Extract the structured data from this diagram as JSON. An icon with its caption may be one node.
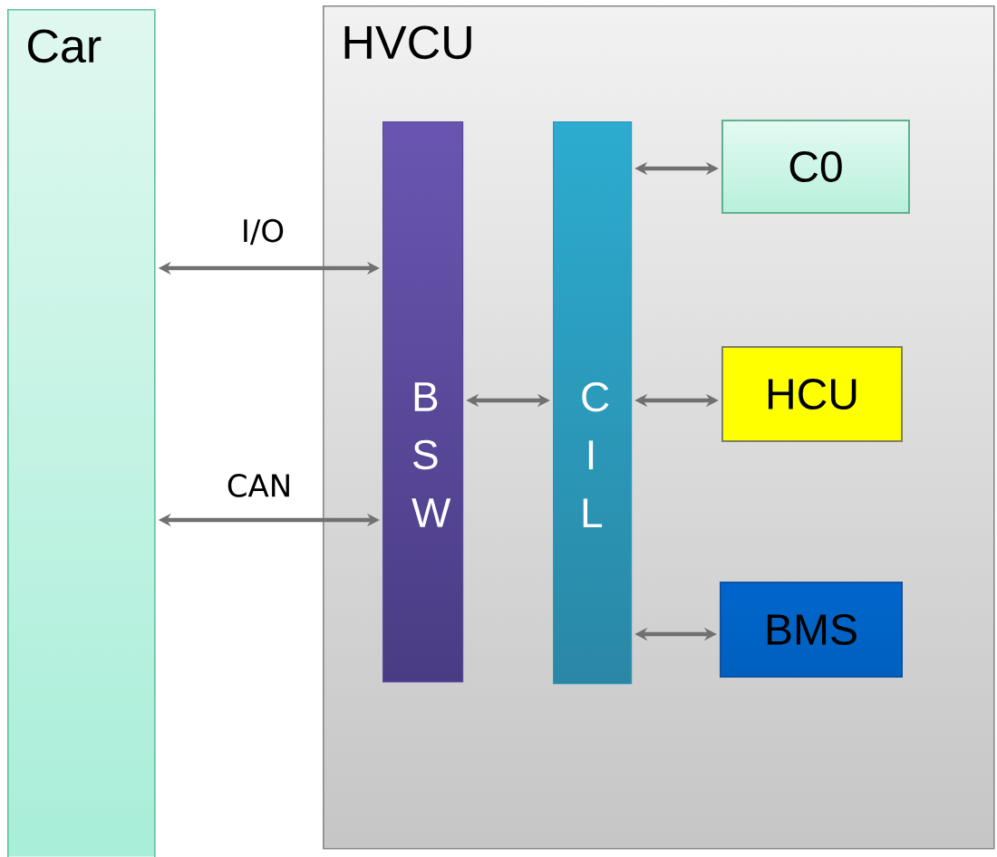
{
  "diagram": {
    "nodes": [
      {
        "text": [
          "Car"
        ]
      },
      {
        "text": [
          "HVCU"
        ]
      },
      {
        "text": [
          "B S W"
        ],
        "in": 1
      },
      {
        "text": [
          "C I L"
        ],
        "in": 1
      },
      {
        "text": [
          "C0"
        ],
        "in": 1
      },
      {
        "text": [
          "HCU"
        ],
        "in": 1
      },
      {
        "text": [
          "BMS"
        ],
        "in": 1
      }
    ],
    "edges": [
      {
        "from": 0,
        "to": 2,
        "arrow": "both",
        "label": "I/O"
      },
      {
        "from": 0,
        "to": 2,
        "arrow": "both",
        "label": "CAN"
      },
      {
        "from": 2,
        "to": 3,
        "arrow": "both"
      },
      {
        "from": 3,
        "to": 4,
        "arrow": "both"
      },
      {
        "from": 3,
        "to": 5,
        "arrow": "both"
      },
      {
        "from": 3,
        "to": 6,
        "arrow": "both"
      }
    ]
  }
}
